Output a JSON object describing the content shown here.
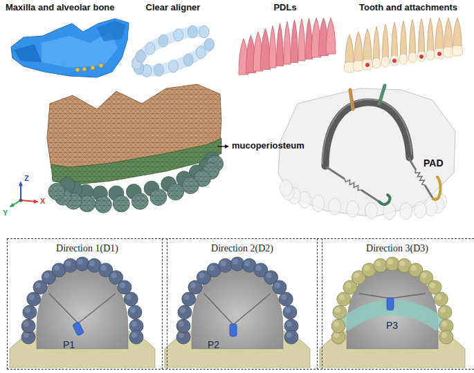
{
  "diagram": {
    "nodes": [
      {
        "text": [
          "Direction 1(D1)",
          "P1"
        ]
      },
      {
        "text": [
          "Direction 2(D2)",
          "P2"
        ]
      },
      {
        "text": [
          "Direction 3(D3)",
          "P3"
        ]
      }
    ],
    "labels": [
      "Maxilla and alveolar bone",
      "Clear aligner",
      "PDLs",
      "Tooth and attachments",
      "mucoperiosteum",
      "PAD",
      "Z",
      "X",
      "Y"
    ]
  }
}
